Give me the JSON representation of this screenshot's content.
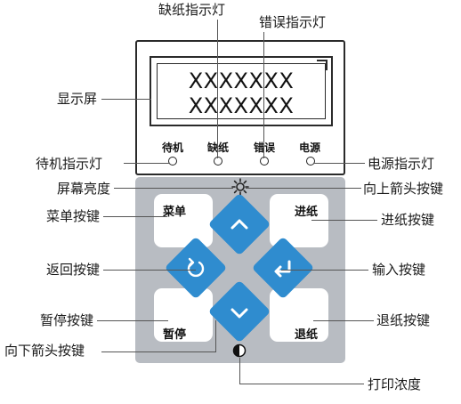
{
  "callouts": {
    "paper_out_led": "缺纸指示灯",
    "error_led": "错误指示灯",
    "display": "显示屏",
    "standby_led": "待机指示灯",
    "power_led": "电源指示灯",
    "brightness": "屏幕亮度",
    "up_arrow": "向上箭头按键",
    "menu_key": "菜单按键",
    "feed_key": "进纸按键",
    "back_key": "返回按键",
    "enter_key": "输入按键",
    "pause_key": "暂停按键",
    "retract_key": "退纸按键",
    "down_arrow": "向下箭头按键",
    "density": "打印浓度"
  },
  "lcd": {
    "line1": "XXXXXXX",
    "line2": "XXXXXXX"
  },
  "indicators": {
    "standby": "待机",
    "paper_out": "缺纸",
    "error": "错误",
    "power": "电源"
  },
  "buttons": {
    "menu": "菜单",
    "feed": "进纸",
    "pause": "暂停",
    "retract": "退纸"
  },
  "icons": {
    "brightness": "sun-icon",
    "up": "chevron-up-icon",
    "down": "chevron-down-icon",
    "back": "rotate-back-icon",
    "enter": "enter-arrow-icon",
    "density": "half-circle-icon"
  },
  "colors": {
    "key_blue": "#2f8ccf",
    "panel_gray": "#b8bcc2"
  }
}
